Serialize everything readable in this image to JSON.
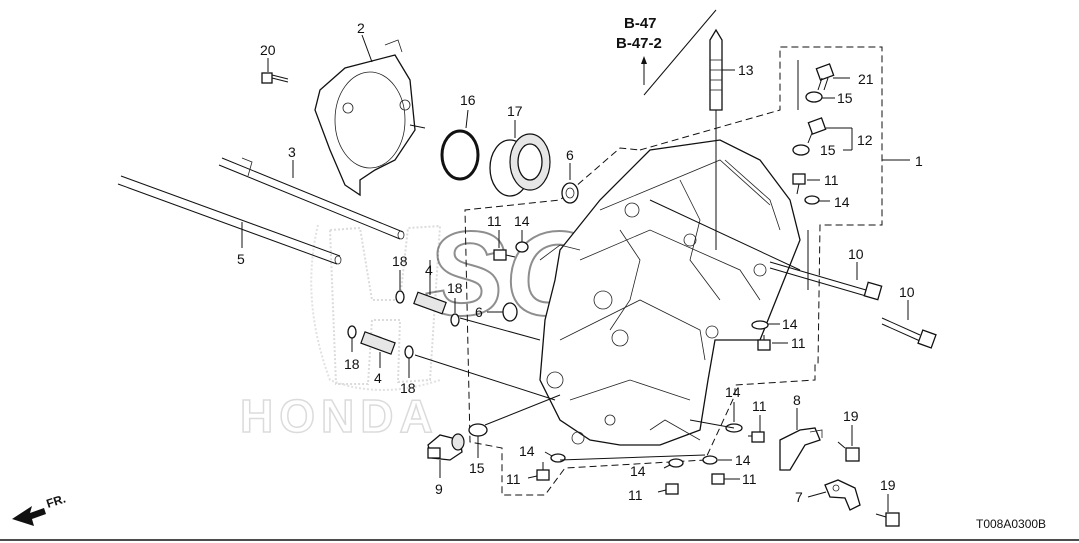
{
  "diagram_code": "T008A0300B",
  "direction_label": "FR.",
  "refs": {
    "b47": "B-47",
    "b47_2": "B-47-2"
  },
  "watermark": {
    "brand": "HONDA",
    "initials": "SC"
  },
  "parts": {
    "p1": "1",
    "p2": "2",
    "p3": "3",
    "p4": "4",
    "p5": "5",
    "p6": "6",
    "p7": "7",
    "p8": "8",
    "p9": "9",
    "p10": "10",
    "p11": "11",
    "p12": "12",
    "p13": "13",
    "p14": "14",
    "p15": "15",
    "p16": "16",
    "p17": "17",
    "p18": "18",
    "p19": "19",
    "p20": "20",
    "p21": "21"
  }
}
